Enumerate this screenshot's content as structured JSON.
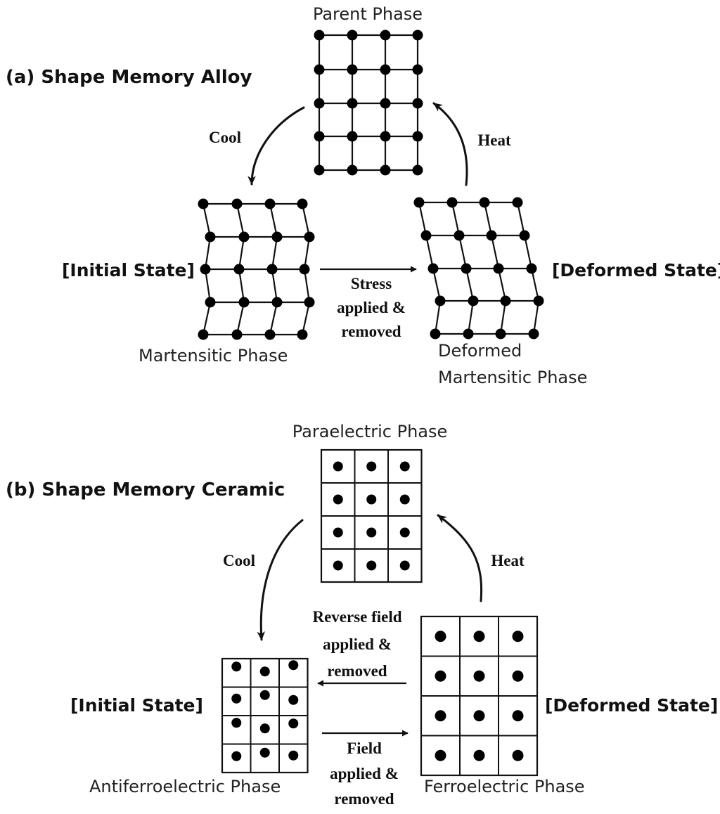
{
  "sections": {
    "a": {
      "heading": "(a) Shape Memory Alloy",
      "top_phase": "Parent Phase",
      "left_phase": "Martensitic Phase",
      "right_phase_line1": "Deformed",
      "right_phase_line2": "Martensitic Phase",
      "left_state": "[Initial State]",
      "right_state": "[Deformed State]",
      "cool": "Cool",
      "heat": "Heat",
      "forward_process": [
        "Stress",
        "applied &",
        "removed"
      ]
    },
    "b": {
      "heading": "(b) Shape Memory Ceramic",
      "top_phase": "Paraelectric Phase",
      "left_phase": "Antiferroelectric Phase",
      "right_phase": "Ferroelectric Phase",
      "left_state": "[Initial State]",
      "right_state": "[Deformed State]",
      "cool": "Cool",
      "heat": "Heat",
      "reverse_process": [
        "Reverse field",
        "applied &",
        "removed"
      ],
      "forward_process": [
        "Field",
        "applied &",
        "removed"
      ]
    }
  },
  "colors": {
    "ink": "#111111",
    "background": "#ffffff"
  }
}
